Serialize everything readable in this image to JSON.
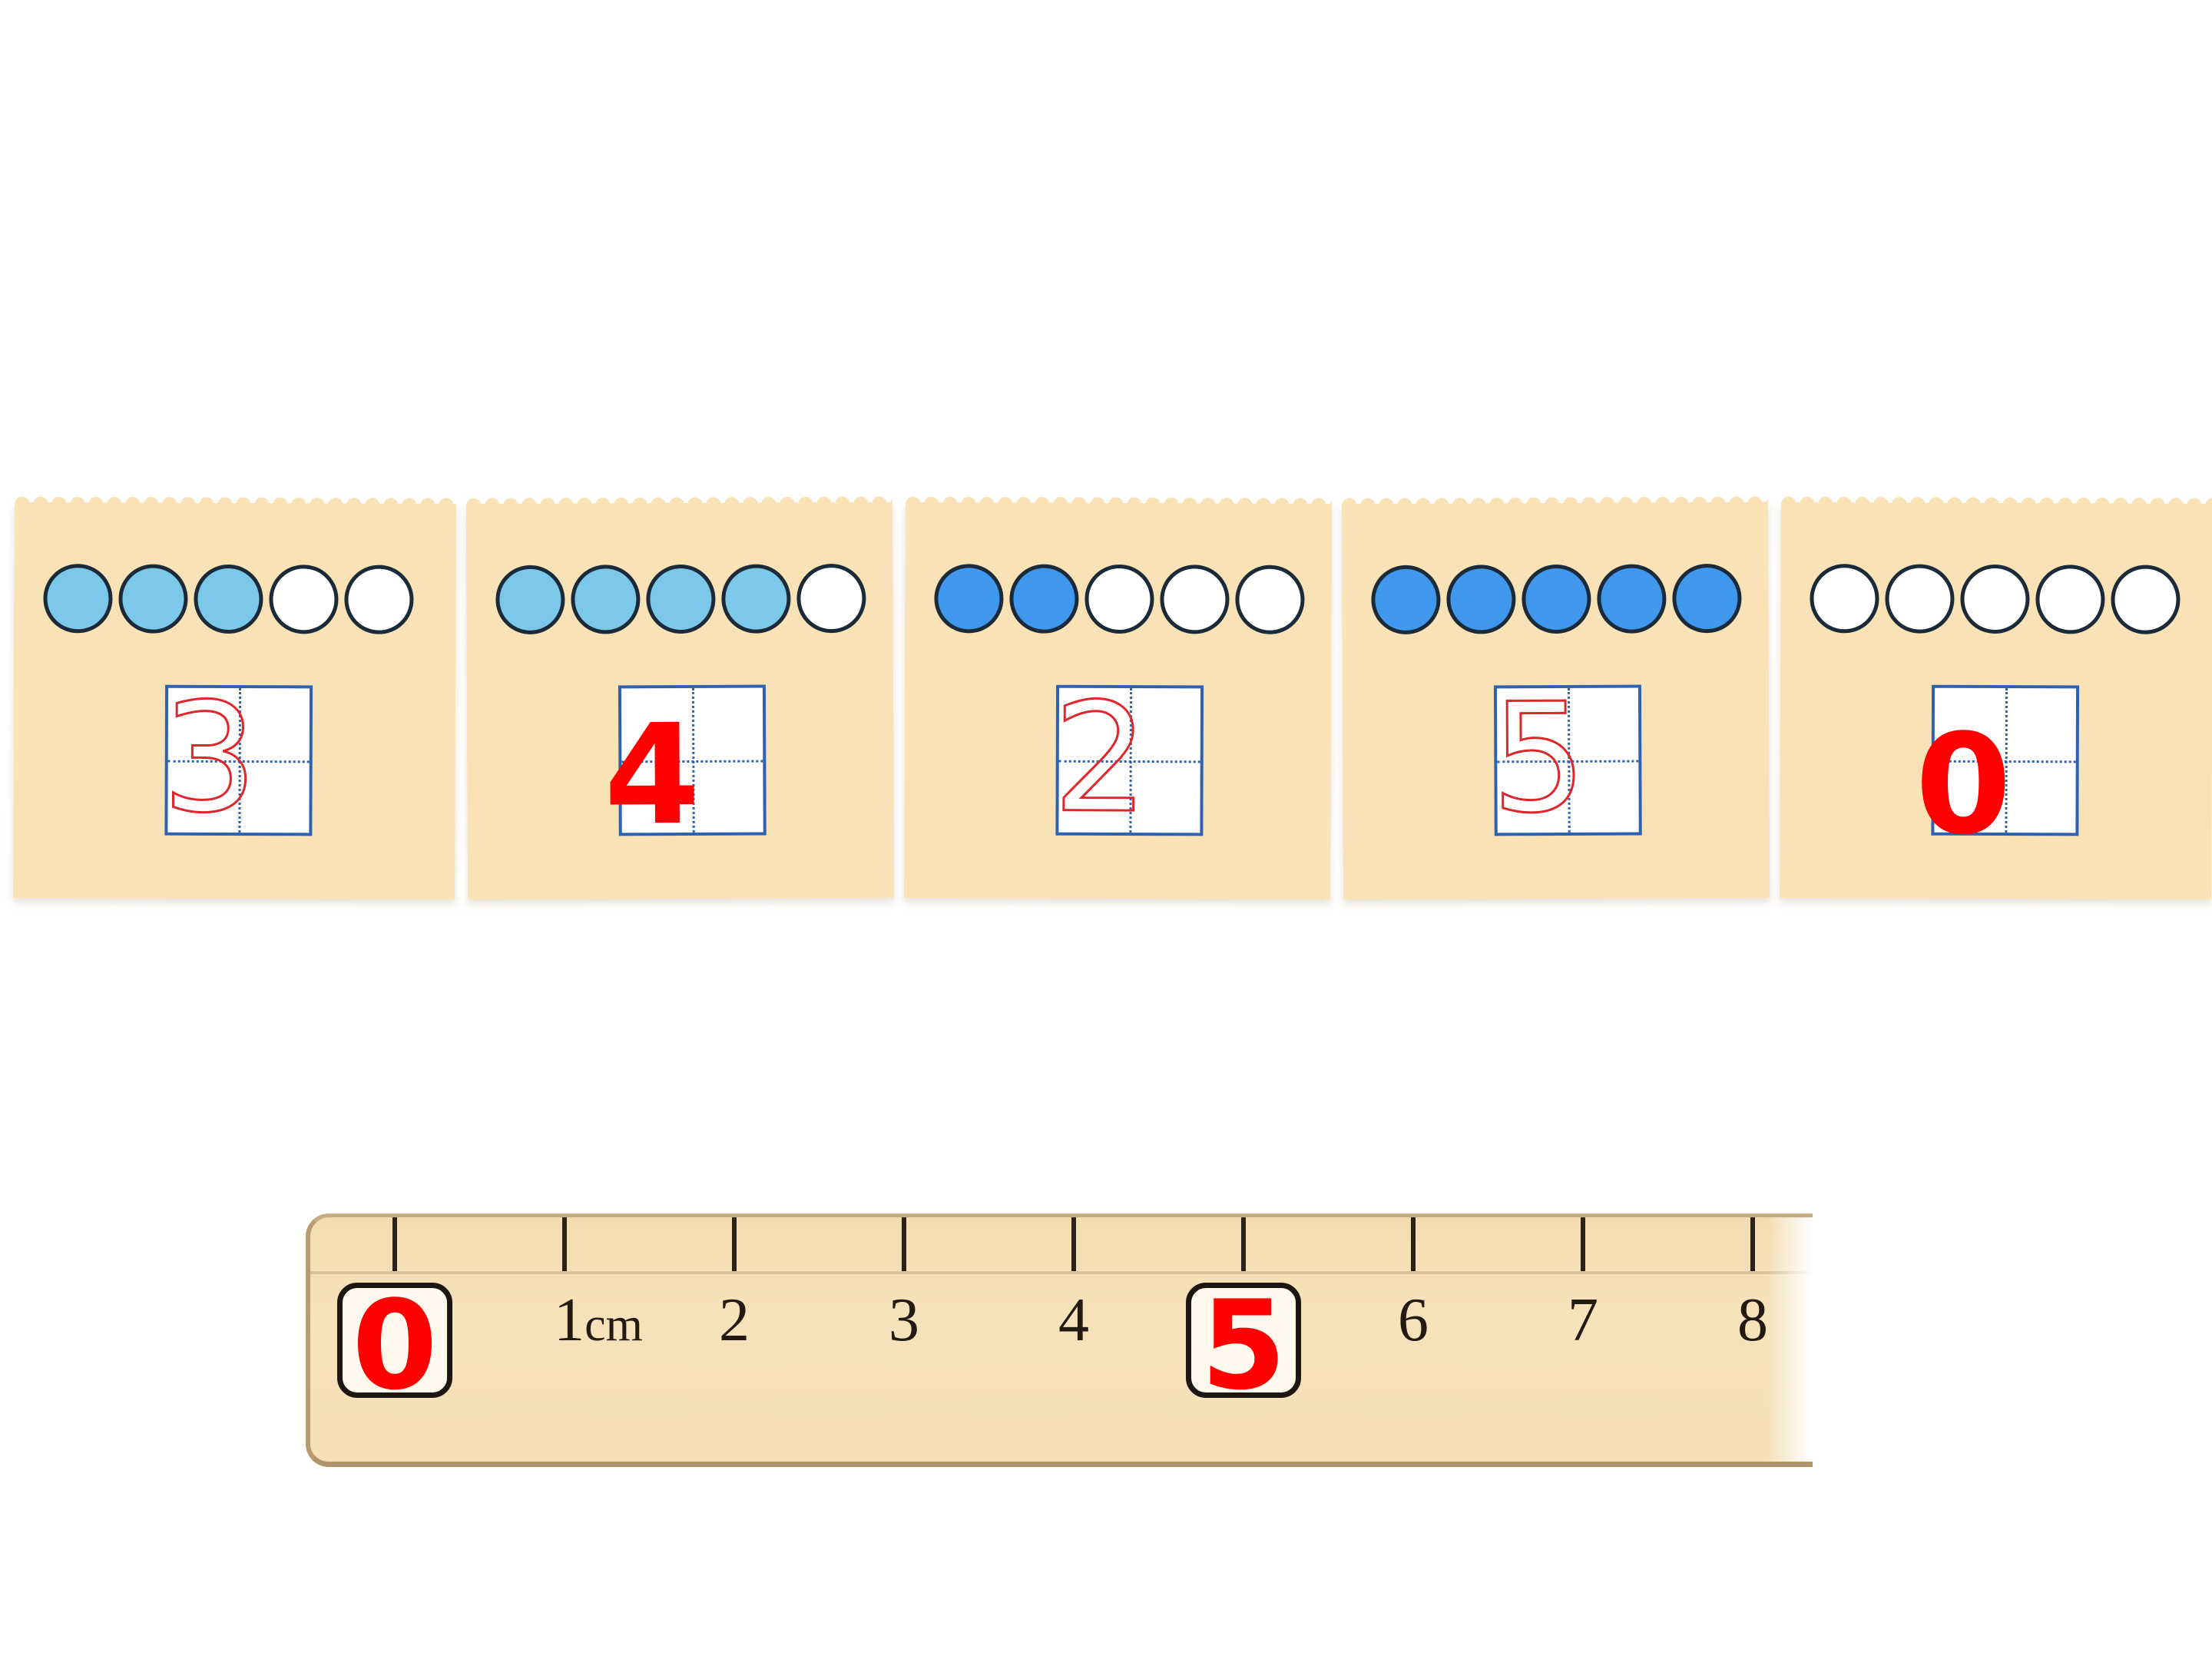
{
  "cards": [
    {
      "filled": 3,
      "fill": "light",
      "digit": "3",
      "answer": ""
    },
    {
      "filled": 4,
      "fill": "light",
      "digit": "",
      "answer": "4"
    },
    {
      "filled": 2,
      "fill": "dark",
      "digit": "2",
      "answer": ""
    },
    {
      "filled": 5,
      "fill": "dark",
      "digit": "5",
      "answer": ""
    },
    {
      "filled": 0,
      "fill": "light",
      "digit": "",
      "answer": "0"
    }
  ],
  "ruler": {
    "labels": [
      "",
      "1",
      "2",
      "3",
      "4",
      "",
      "6",
      "7",
      "8"
    ],
    "unit": "cm",
    "answers": {
      "0": "0",
      "5": "5"
    }
  },
  "colors": {
    "paper": "#f8e2b6",
    "dot_light": "#7cc8ea",
    "dot_dark": "#3f98ee",
    "answer": "#ff0000",
    "trace": "#e0262a",
    "grid": "#2e61b0"
  }
}
